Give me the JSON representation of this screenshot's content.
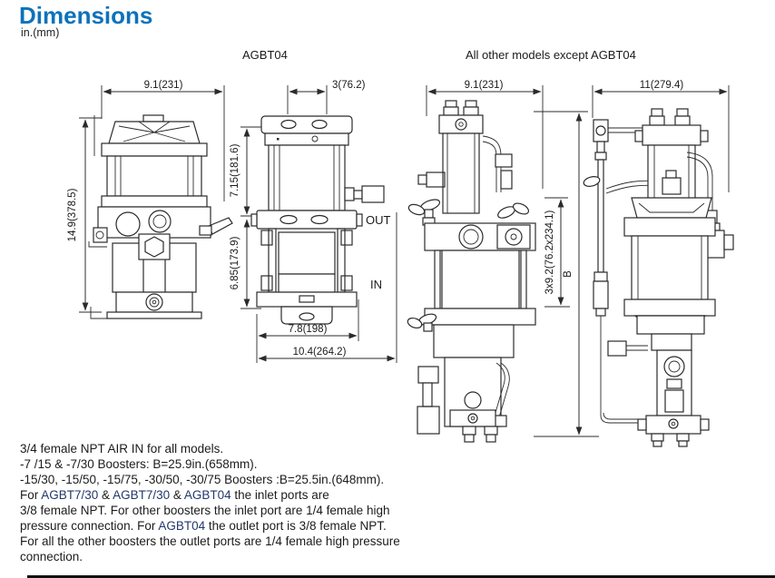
{
  "page": {
    "title": "Dimensions",
    "subtitle": "in.(mm)",
    "accent_color": "#0c72bc",
    "model_color": "#23386b",
    "line_color": "#2b2b2b"
  },
  "headers": {
    "left_group": "AGBT04",
    "right_group": "All other models except  AGBT04"
  },
  "drawings": {
    "agbt04_front": {
      "label": "AGBT04 front view",
      "dim_width": "9.1(231)",
      "dim_height": "14.9(378.5)"
    },
    "agbt04_side": {
      "label": "AGBT04 side view",
      "dim_top": "3(76.2)",
      "dim_upper_height": "7.15(181.6)",
      "dim_lower_height": "6.85(173.9)",
      "dim_base": "7.8(198)",
      "dim_overall": "10.4(264.2)",
      "port_out": "OUT",
      "port_in": "IN"
    },
    "other_front": {
      "label": "Other models front view",
      "dim_width": "9.1(231)",
      "dim_stroke": "3x9.2(76.2x234.1)",
      "dim_b": "B"
    },
    "other_side": {
      "label": "Other models side view",
      "dim_width": "11(279.4)"
    }
  },
  "notes": {
    "line1": "3/4 female NPT AIR IN for all models.",
    "line2": "-7 /15 & -7/30 Boosters: B=25.9in.(658mm).",
    "line3": "-15/30, -15/50, -15/75, -30/50, -30/75 Boosters :B=25.5in.(648mm).",
    "line4": {
      "pre": "For ",
      "model1": "AGBT7/30",
      "sep1": " & ",
      "model2": "AGBT7/30",
      "sep2": " & ",
      "model3": "AGBT04",
      "post": " the inlet ports are"
    },
    "line5": "3/8 female NPT. For other boosters the inlet port are 1/4 female high",
    "line6": {
      "pre": "pressure connection.  For ",
      "model": "AGBT04",
      "post": " the outlet port is 3/8 female NPT."
    },
    "line7": "For all the other boosters the outlet ports are 1/4 female high pressure",
    "line8": "connection."
  }
}
